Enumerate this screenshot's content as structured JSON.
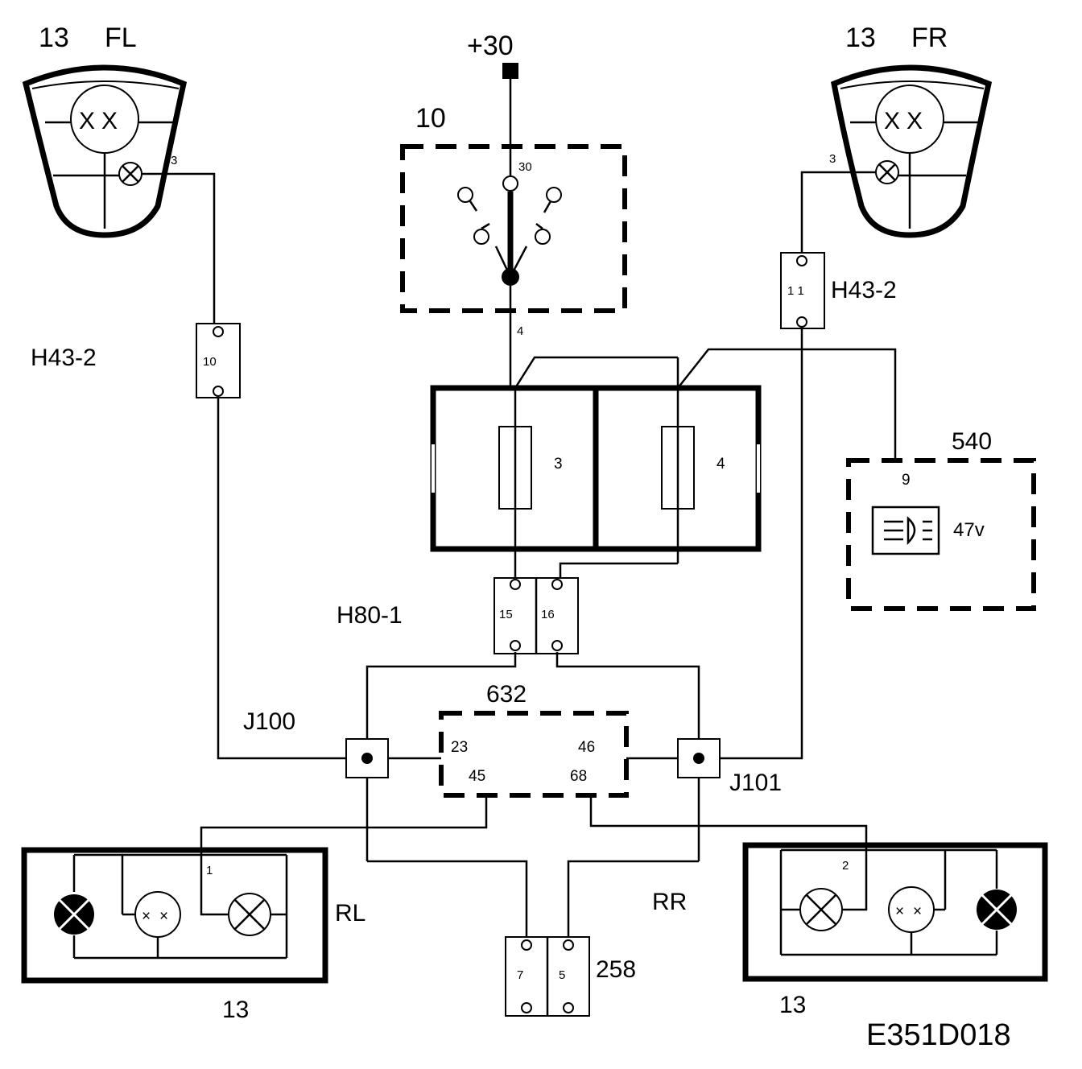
{
  "labels": {
    "fl_num": "13",
    "fl_side": "FL",
    "fr_num": "13",
    "fr_side": "FR",
    "supply": "+30",
    "switch_id": "10",
    "switch_pin_in": "30",
    "switch_pin_out": "4",
    "fl_pin": "3",
    "fr_pin": "3",
    "conn_left": "H43-2",
    "conn_left_pin": "10",
    "conn_right": "H43-2",
    "conn_right_pin": "1 1",
    "fuse_3": "3",
    "fuse_4": "4",
    "module_540": "540",
    "module_540_pin": "9",
    "module_540_sub": "47v",
    "conn_h80": "H80-1",
    "h80_pin_a": "15",
    "h80_pin_b": "16",
    "module_632": "632",
    "m632_p23": "23",
    "m632_p46": "46",
    "m632_p45": "45",
    "m632_p68": "68",
    "j100": "J100",
    "j101": "J101",
    "rl_label": "RL",
    "rr_label": "RR",
    "rl_pin": "1",
    "rr_pin": "2",
    "rl_num": "13",
    "rr_num": "13",
    "conn_258": "258",
    "c258_p7": "7",
    "c258_p5": "5",
    "code": "E351D018"
  },
  "icons": {
    "lamp": "bulb-cross-icon",
    "dual_lamp": "dual-filament-bulb-icon",
    "fog_lamp": "fog-light-icon",
    "filled_lamp": "filled-bulb-icon"
  },
  "colors": {
    "line": "#000000",
    "background": "#ffffff"
  }
}
